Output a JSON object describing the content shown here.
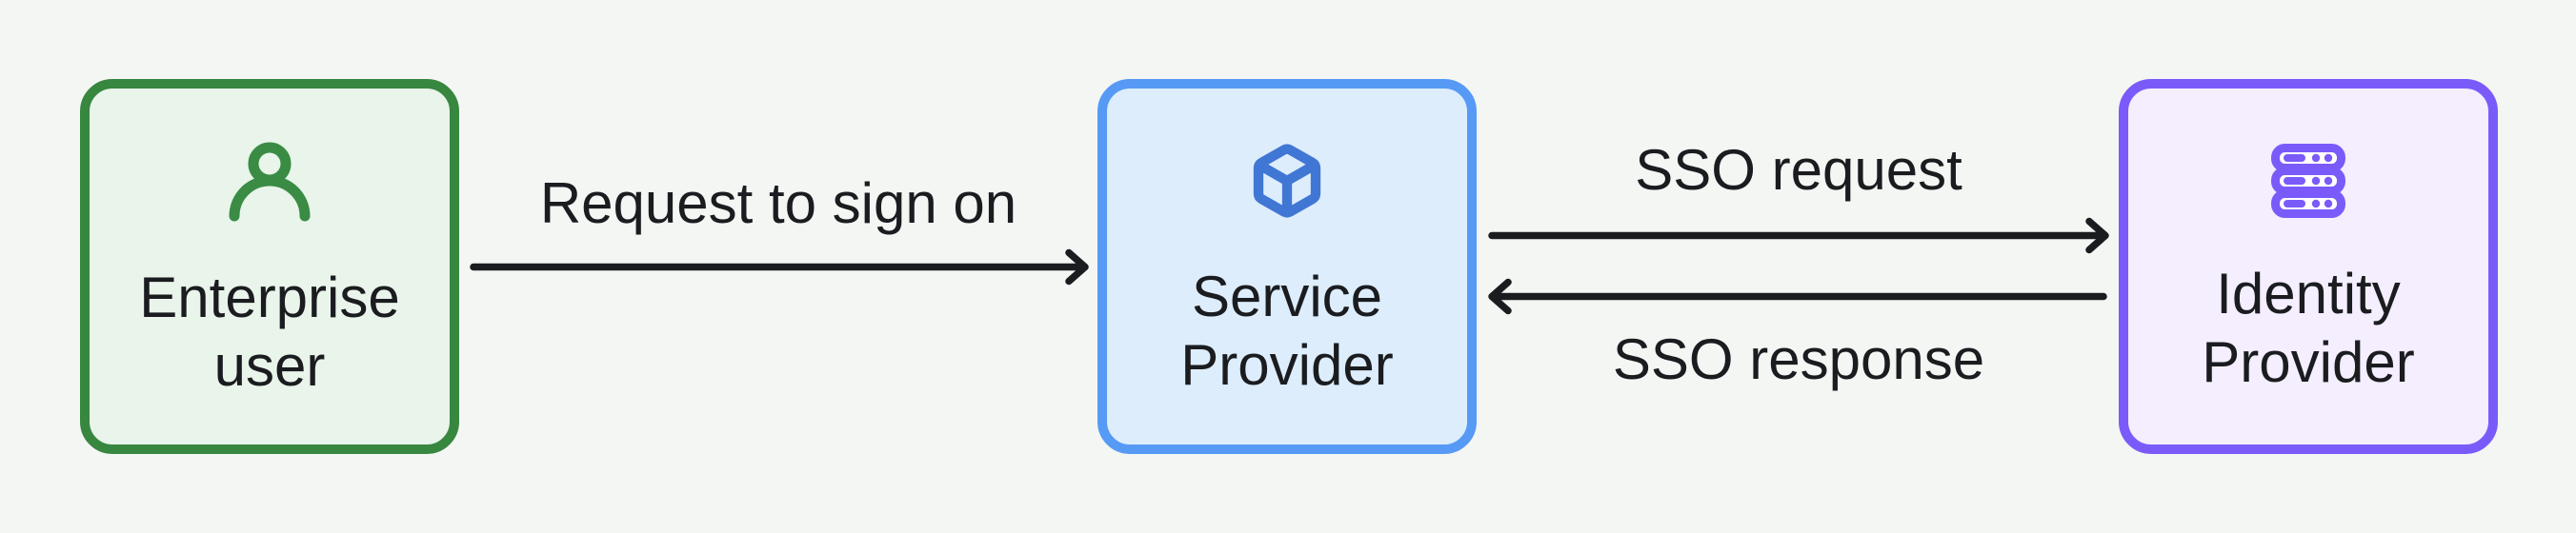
{
  "colors": {
    "canvas_background": "#f4f6f4",
    "text": "#1a1c1f",
    "arrow": "#1a1c1f"
  },
  "nodes": [
    {
      "id": "enterprise-user",
      "label": "Enterprise user",
      "icon": "user-icon",
      "border_color": "#37873f",
      "fill_color": "#e9f4ea",
      "icon_color": "#3a8c44"
    },
    {
      "id": "service-provider",
      "label": "Service Provider",
      "icon": "cube-icon",
      "border_color": "#569af5",
      "fill_color": "#ddedfc",
      "icon_color": "#4177d4"
    },
    {
      "id": "identity-provider",
      "label": "Identity Provider",
      "icon": "server-icon",
      "border_color": "#7a5bfa",
      "fill_color": "#f4eefe",
      "icon_color": "#7a5bfa",
      "icon_inner_color": "#ffffff"
    }
  ],
  "edges": [
    {
      "id": "request-to-sign-on",
      "label": "Request to sign on",
      "from": "enterprise-user",
      "to": "service-provider",
      "direction": "right"
    },
    {
      "id": "sso-request",
      "label": "SSO request",
      "from": "service-provider",
      "to": "identity-provider",
      "direction": "right"
    },
    {
      "id": "sso-response",
      "label": "SSO response",
      "from": "identity-provider",
      "to": "service-provider",
      "direction": "left"
    }
  ]
}
